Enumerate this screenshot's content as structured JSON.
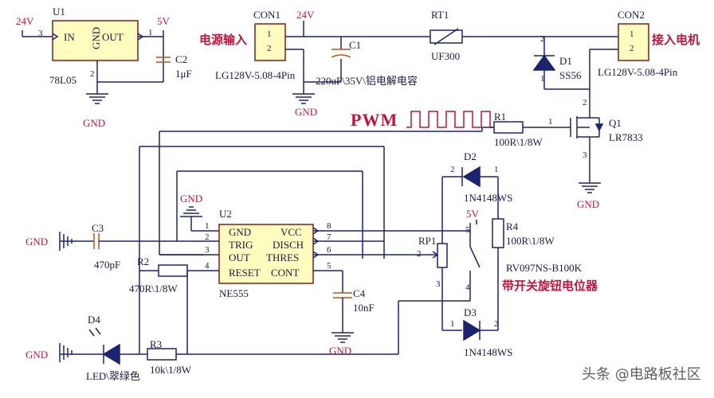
{
  "u1": {
    "ref": "U1",
    "in": "IN",
    "gnd": "GND",
    "out": "OUT",
    "part": "78L05",
    "pin_in": "3",
    "pin_out": "1",
    "pin_gnd": "2"
  },
  "nets": {
    "v24_a": "24V",
    "v24_b": "24V",
    "v5_a": "5V",
    "v5_b": "5V",
    "gnd1": "GND",
    "gnd2": "GND",
    "gnd3": "GND",
    "gnd4": "GND",
    "gnd5": "GND",
    "gnd6": "GND",
    "gnd7": "GND"
  },
  "c2": {
    "ref": "C2",
    "value": "1μF"
  },
  "con1": {
    "ref": "CON1",
    "p1": "1",
    "p2": "2",
    "part": "LG128V-5.08-4Pin",
    "label": "电源输入"
  },
  "c1": {
    "ref": "C1",
    "value": "220uF\\35V\\铝电解电容"
  },
  "rt1": {
    "ref": "RT1",
    "part": "UF300"
  },
  "con2": {
    "ref": "CON2",
    "p1": "1",
    "p2": "2",
    "part": "LG128V-5.08-4Pin",
    "label": "接入电机"
  },
  "d1": {
    "ref": "D1",
    "part": "SS56",
    "p1": "1",
    "p2": "2"
  },
  "pwm": {
    "label": "PWM"
  },
  "r1": {
    "ref": "R1",
    "value": "100R\\1/8W",
    "pin": "1"
  },
  "q1": {
    "ref": "Q1",
    "part": "LR7833",
    "p2": "2",
    "p3": "3"
  },
  "d2": {
    "ref": "D2",
    "part": "1N4148WS",
    "p1": "1",
    "p2": "2"
  },
  "d3": {
    "ref": "D3",
    "part": "1N4148WS",
    "p1": "1",
    "p2": "2"
  },
  "r4": {
    "ref": "R4",
    "value": "100R\\1/8W"
  },
  "rp1": {
    "ref": "RP1",
    "part": "RV097NS-B100K",
    "label": "带开关旋钮电位器",
    "p2": "2",
    "p3": "3",
    "p4": "4",
    "p5": "5"
  },
  "u2": {
    "ref": "U2",
    "part": "NE555",
    "left": [
      "GND",
      "TRIG",
      "OUT",
      "RESET"
    ],
    "right": [
      "VCC",
      "DISCH",
      "THRES",
      "CONT"
    ],
    "lpins": [
      "1",
      "2",
      "3",
      "4"
    ],
    "rpins": [
      "8",
      "7",
      "6",
      "5"
    ]
  },
  "c3": {
    "ref": "C3",
    "value": "470pF"
  },
  "c4": {
    "ref": "C4",
    "value": "10nF"
  },
  "r2": {
    "ref": "R2",
    "value": "470R\\1/8W"
  },
  "r3": {
    "ref": "R3",
    "value": "10k\\1/8W"
  },
  "d4": {
    "ref": "D4",
    "value": "LED\\翠绿色"
  },
  "watermark": {
    "text": "头条 @电路板社区"
  }
}
